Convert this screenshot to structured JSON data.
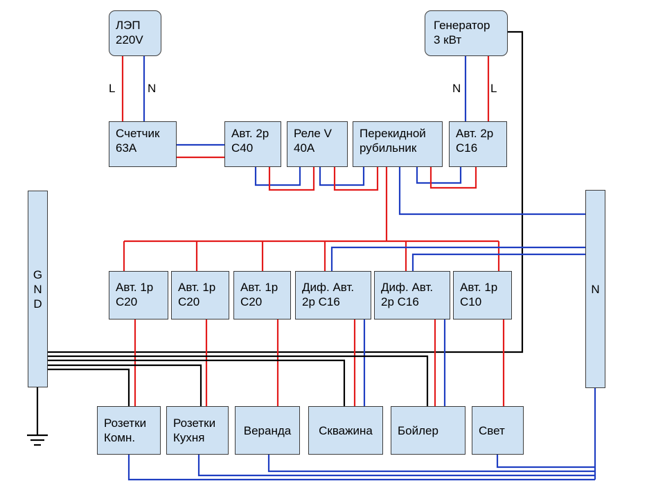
{
  "colors": {
    "phase": "#e31b1b",
    "neutral": "#1f3ec2",
    "ground": "#000000",
    "box_fill": "#cfe2f3",
    "box_border": "#3c3c3c"
  },
  "sources": {
    "grid": {
      "line1": "ЛЭП",
      "line2": "220V"
    },
    "generator": {
      "line1": "Генератор",
      "line2": "3 кВт"
    }
  },
  "wire_labels": {
    "grid_l": "L",
    "grid_n": "N",
    "gen_n": "N",
    "gen_l": "L"
  },
  "devices": {
    "meter": {
      "line1": "Счетчик",
      "line2": "63A"
    },
    "breaker_main": {
      "line1": "Авт. 2р",
      "line2": "С40"
    },
    "relay": {
      "line1": "Реле V",
      "line2": "40A"
    },
    "switch": {
      "line1": "Перекидной",
      "line2": "рубильник"
    },
    "breaker_gen": {
      "line1": "Авт. 2р",
      "line2": "С16"
    }
  },
  "breakers": [
    {
      "line1": "Авт. 1р",
      "line2": "С20"
    },
    {
      "line1": "Авт. 1р",
      "line2": "С20"
    },
    {
      "line1": "Авт. 1р",
      "line2": "С20"
    },
    {
      "line1": "Диф. Авт.",
      "line2": "2р С16"
    },
    {
      "line1": "Диф. Авт.",
      "line2": "2р С16"
    },
    {
      "line1": "Авт. 1р",
      "line2": "С10"
    }
  ],
  "loads": [
    {
      "line1": "Розетки",
      "line2": "Комн."
    },
    {
      "line1": "Розетки",
      "line2": "Кухня"
    },
    {
      "line1": "Веранда",
      "line2": ""
    },
    {
      "line1": "Скважина",
      "line2": ""
    },
    {
      "line1": "Бойлер",
      "line2": ""
    },
    {
      "line1": "Свет",
      "line2": ""
    }
  ],
  "buses": {
    "gnd": [
      "G",
      "N",
      "D"
    ],
    "neutral": "N"
  },
  "icons": {
    "ground_symbol": "earth-ground-icon"
  }
}
